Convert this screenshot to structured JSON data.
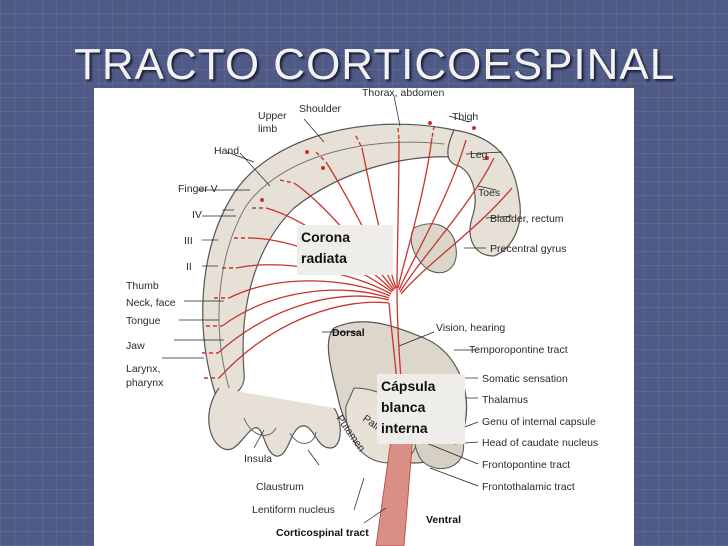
{
  "slide": {
    "title": "TRACTO CORTICOESPINAL",
    "background_color": "#4f5a86",
    "title_color": "#f2f2f2"
  },
  "figure": {
    "tract_color": "#c8342c",
    "tissue_color": "#e6e0d6",
    "callouts": {
      "corona": [
        "Corona",
        "radiata"
      ],
      "capsula": [
        "Cápsula",
        "blanca",
        "interna"
      ]
    },
    "labels": {
      "thorax_abdomen": "Thorax, abdomen",
      "shoulder": "Shoulder",
      "upper_limb": [
        "Upper",
        "limb"
      ],
      "thigh": "Thigh",
      "hand": "Hand",
      "leg": "Leg",
      "finger_v": "Finger V",
      "toes": "Toes",
      "finger_iv": "IV",
      "bladder_rectum": "Bladder, rectum",
      "finger_iii": "III",
      "precentral_gyrus": "Precentral gyrus",
      "finger_ii": "II",
      "thumb": "Thumb",
      "neck_face": "Neck, face",
      "tongue": "Tongue",
      "dorsal": "Dorsal",
      "vision_hearing": "Vision, hearing",
      "jaw": "Jaw",
      "temporopontine_tract": "Temporopontine tract",
      "larynx_pharynx": [
        "Larynx,",
        "pharynx"
      ],
      "somatic_sensation": "Somatic sensation",
      "thalamus": "Thalamus",
      "pallidum": "Pall.",
      "putamen": "Putamen",
      "genu_internal_capsule": "Genu of internal capsule",
      "head_caudate_nucleus": "Head of caudate nucleus",
      "insula": "Insula",
      "frontopontine_tract": "Frontopontine tract",
      "claustrum": "Claustrum",
      "frontothalamic_tract": "Frontothalamic tract",
      "lentiform_nucleus": "Lentiform nucleus",
      "ventral": "Ventral",
      "corticospinal_tract": "Corticospinal tract"
    }
  }
}
